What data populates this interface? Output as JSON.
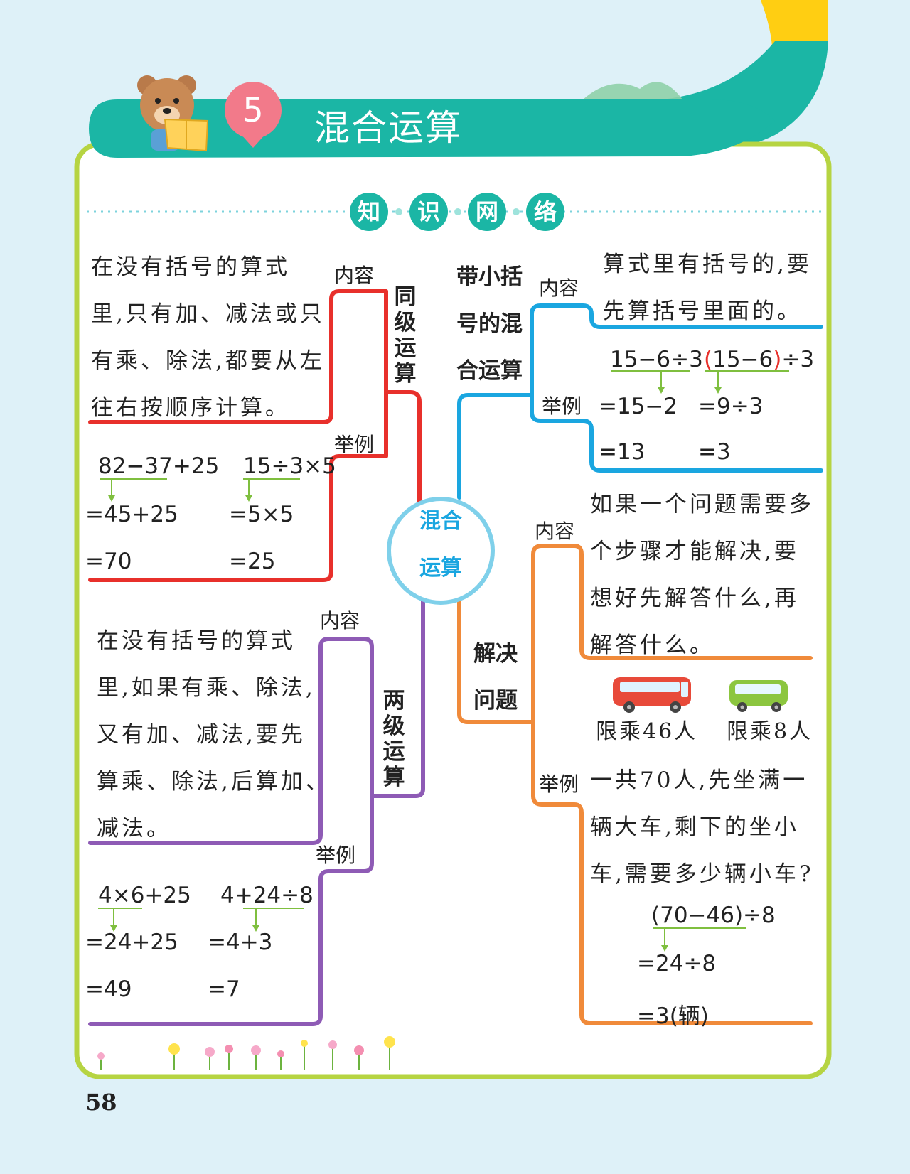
{
  "header": {
    "chapter_number": "5",
    "chapter_title": "混合运算"
  },
  "section_title": [
    "知",
    "识",
    "网",
    "络"
  ],
  "center_node": [
    "混合",
    "运算"
  ],
  "same_level": {
    "title": "同级运算",
    "content_label": "内容",
    "content_lines": [
      "在没有括号的算式",
      "里,只有加、减法或只",
      "有乘、除法,都要从左",
      "往右按顺序计算。"
    ],
    "example_label": "举例",
    "example_a": [
      "82−37+25",
      "=45+25",
      "=70"
    ],
    "example_b": [
      "15÷3×5",
      "=5×5",
      "=25"
    ]
  },
  "two_level": {
    "title": "两级运算",
    "content_label": "内容",
    "content_lines": [
      "在没有括号的算式",
      "里,如果有乘、除法,",
      "又有加、减法,要先",
      "算乘、除法,后算加、",
      "减法。"
    ],
    "example_label": "举例",
    "example_a": [
      "4×6+25",
      "=24+25",
      "=49"
    ],
    "example_b": [
      "4+24÷8",
      "=4+3",
      "=7"
    ]
  },
  "brackets": {
    "title_lines": [
      "带小括",
      "号的混",
      "合运算"
    ],
    "content_label": "内容",
    "content_lines": [
      "算式里有括号的,要",
      "先算括号里面的。"
    ],
    "example_label": "举例",
    "example_a": [
      "15−6÷3",
      "=15−2",
      "=13"
    ],
    "example_b_open": "(",
    "example_b_inner": "15−6",
    "example_b_close": ")",
    "example_b_tail": "÷3",
    "example_b": [
      "=9÷3",
      "=3"
    ]
  },
  "problem_solving": {
    "title_lines": [
      "解决",
      "问题"
    ],
    "content_label": "内容",
    "content_lines": [
      "如果一个问题需要多",
      "个步骤才能解决,要",
      "想好先解答什么,再",
      "解答什么。"
    ],
    "bus_big_caption": "限乘46人",
    "bus_small_caption": "限乘8人",
    "example_label": "举例",
    "example_lines": [
      "一共70人,先坐满一",
      "辆大车,剩下的坐小",
      "车,需要多少辆小车?"
    ],
    "solution": [
      "(70−46)÷8",
      "=24÷8",
      "=3(辆)"
    ]
  },
  "page_number": "58",
  "colors": {
    "teal": "#1bb6a5",
    "red": "#e8302b",
    "blue": "#1aa6e0",
    "purple": "#8e5bb5",
    "orange": "#f08a3a",
    "frame_green": "#b6d442",
    "arrow_green": "#7fbf3f"
  }
}
